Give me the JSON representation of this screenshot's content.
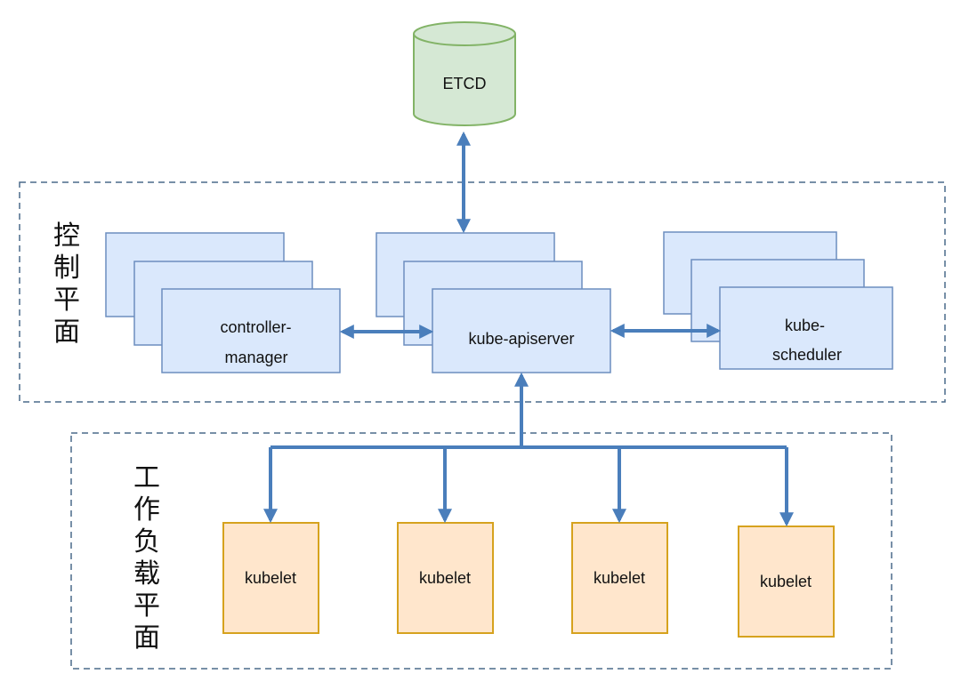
{
  "etcd": {
    "label": "ETCD"
  },
  "control_plane": {
    "title": "控制平面",
    "controller_manager": {
      "lines": [
        "controller-",
        "manager"
      ]
    },
    "kube_apiserver": {
      "label": "kube-apiserver"
    },
    "kube_scheduler": {
      "lines": [
        "kube-",
        "scheduler"
      ]
    }
  },
  "worker_plane": {
    "title": "工作负载平面",
    "kubelets": [
      "kubelet",
      "kubelet",
      "kubelet",
      "kubelet"
    ]
  },
  "colors": {
    "arrow": "#4a7ebb",
    "control_box_fill": "#dae8fc",
    "control_box_stroke": "#6c8ebf",
    "kubelet_fill": "#ffe6cc",
    "kubelet_stroke": "#d6a21e",
    "etcd_fill": "#d5e8d4",
    "etcd_stroke": "#82b366",
    "zone_border": "#4a6a8a"
  }
}
